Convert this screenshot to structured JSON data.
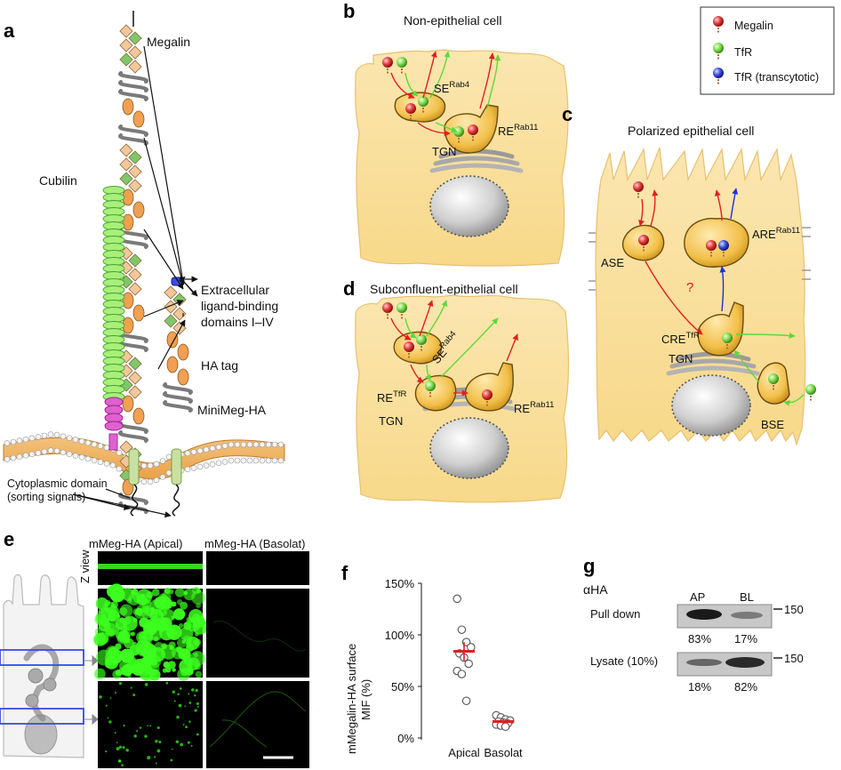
{
  "panels": {
    "a": {
      "letter": "a",
      "megalin": "Megalin",
      "cubilin": "Cubilin",
      "domains": [
        "Extracellular",
        "ligand-binding",
        "domains I–IV"
      ],
      "ha_tag": "HA tag",
      "minimeg": "MiniMeg-HA",
      "cyto": [
        "Cytoplasmic domain",
        "(sorting signals)"
      ]
    },
    "b": {
      "letter": "b",
      "title": "Non-epithelial cell",
      "se": "SE",
      "se_sup": "Rab4",
      "re": "RE",
      "re_sup": "Rab11",
      "tgn": "TGN"
    },
    "c": {
      "letter": "c",
      "title": "Polarized epithelial cell",
      "ase": "ASE",
      "are": "ARE",
      "are_sup": "Rab11",
      "cre": "CRE",
      "cre_sup": "TfR",
      "tgn": "TGN",
      "bse": "BSE",
      "question": "?"
    },
    "d": {
      "letter": "d",
      "title": "Subconfluent-epithelial cell",
      "se": "SE",
      "se_sup": "Rab4",
      "re1": "RE",
      "re1_sup": "TfR",
      "re2": "RE",
      "re2_sup": "Rab11",
      "tgn": "TGN"
    },
    "e": {
      "letter": "e",
      "col_apical": "mMeg-HA (Apical)",
      "col_basolat": "mMeg-HA (Basolat)",
      "zview": "Z view"
    },
    "f": {
      "letter": "f",
      "ylabel": [
        "mMegalin-HA surface",
        "MIF (%)"
      ],
      "categories": [
        "Apical",
        "Basolat"
      ]
    },
    "g": {
      "letter": "g",
      "antibody": "αHA",
      "ap": "AP",
      "bl": "BL",
      "pull_down": "Pull down",
      "lysate": "Lysate (10%)",
      "marker": "150",
      "pull_pct": [
        "83%",
        "17%"
      ],
      "lysate_pct": [
        "18%",
        "82%"
      ]
    }
  },
  "legend": {
    "items": [
      {
        "label": "Megalin",
        "color": "#e23a3a"
      },
      {
        "label": "TfR",
        "color": "#7ddc4a"
      },
      {
        "label": "TfR (transcytotic)",
        "color": "#3a4ce0"
      }
    ]
  },
  "colors": {
    "megalin": "#e23a3a",
    "tfr": "#7ddc4a",
    "tfr_transcytotic": "#3a4ce0",
    "cell_fill": "#fbe3a6",
    "endosome": "#f2c04a",
    "mean_marker": "#e02020",
    "fluorescence": "#3cff1e"
  },
  "chart_data": {
    "type": "scatter",
    "categories": [
      "Apical",
      "Basolat"
    ],
    "ylim": [
      0,
      150
    ],
    "yticks": [
      "0%",
      "50%",
      "100%",
      "150%"
    ],
    "series": [
      {
        "category": "Apical",
        "points": [
          135,
          105,
          93,
          88,
          82,
          78,
          72,
          65,
          62,
          36
        ],
        "mean": 84,
        "sem": 9
      },
      {
        "category": "Basolat",
        "points": [
          22,
          20,
          18,
          17,
          16,
          15,
          14,
          13,
          12,
          11
        ],
        "mean": 16,
        "sem": 2
      }
    ]
  }
}
